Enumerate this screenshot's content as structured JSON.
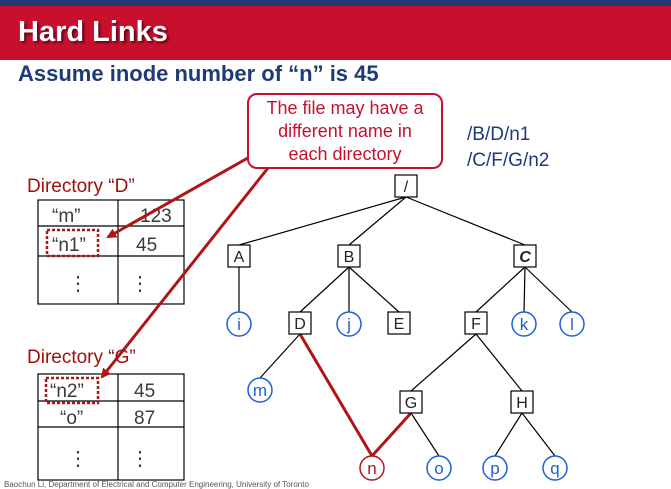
{
  "slide": {
    "title": "Hard Links",
    "subtitle": "Assume inode number of “n” is 45",
    "callout_lines": [
      "The file may have a",
      "different name in",
      "each directory"
    ],
    "paths": [
      "/B/D/n1",
      "/C/F/G/n2"
    ],
    "footer": "Baochun Li, Department of Electrical and Computer Engineering, University of Toronto"
  },
  "directories": {
    "d": {
      "label": "Directory “D”",
      "rows": [
        {
          "name": "“m”",
          "inode": "123"
        },
        {
          "name": "“n1”",
          "inode": "45"
        },
        {
          "name": "⋮",
          "inode": "⋮"
        }
      ]
    },
    "g": {
      "label": "Directory “G”",
      "rows": [
        {
          "name": "“n2”",
          "inode": "45"
        },
        {
          "name": "“o”",
          "inode": "87"
        },
        {
          "name": "⋮",
          "inode": "⋮"
        }
      ]
    }
  },
  "tree": {
    "directory_nodes": [
      "/",
      "A",
      "B",
      "C",
      "D",
      "E",
      "F",
      "G",
      "H"
    ],
    "file_nodes": [
      "i",
      "j",
      "k",
      "l",
      "m",
      "n",
      "o",
      "p",
      "q"
    ],
    "edges": [
      [
        "/",
        "A"
      ],
      [
        "/",
        "B"
      ],
      [
        "/",
        "C"
      ],
      [
        "A",
        "i"
      ],
      [
        "B",
        "D"
      ],
      [
        "B",
        "j"
      ],
      [
        "B",
        "E"
      ],
      [
        "C",
        "F"
      ],
      [
        "C",
        "k"
      ],
      [
        "C",
        "l"
      ],
      [
        "D",
        "m"
      ],
      [
        "F",
        "G"
      ],
      [
        "F",
        "H"
      ],
      [
        "G",
        "o"
      ],
      [
        "H",
        "p"
      ],
      [
        "H",
        "q"
      ]
    ],
    "hard_link_edges": [
      [
        "D",
        "n"
      ],
      [
        "G",
        "n"
      ]
    ]
  },
  "colors": {
    "header_red": "#c8102e",
    "navy": "#1f3a78",
    "dark_red": "#a01010",
    "file_blue": "#1f5fd6",
    "hard_link_red": "#b01515"
  }
}
